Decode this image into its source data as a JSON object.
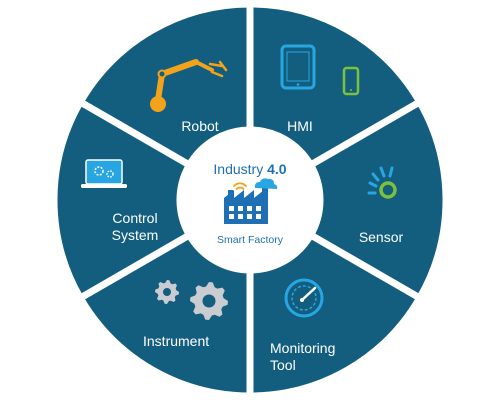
{
  "colors": {
    "segment_fill": "#135e7e",
    "segment_gap": "#ffffff",
    "center_fill": "#ffffff",
    "center_text": "#1f6fb4",
    "robot_arm": "#f3a31b",
    "hmi_tablet": "#27a6e3",
    "hmi_phone": "#7cc13b",
    "sensor_blue": "#27a6e3",
    "sensor_green": "#7cc13b",
    "monitor_blue": "#27a6e3",
    "gear_gray": "#c9ccd0",
    "factory_blue": "#1f6fb4",
    "wifi_orange": "#f3a31b",
    "cloud_blue": "#27a6e3"
  },
  "center": {
    "title_prefix": "Industry ",
    "title_version": "4.0",
    "subtitle": "Smart Factory",
    "icon": "smart-factory-icon"
  },
  "segments": [
    {
      "id": "robot",
      "lines": [
        "Robot"
      ],
      "icon": "robot-arm-icon"
    },
    {
      "id": "hmi",
      "lines": [
        "HMI"
      ],
      "icon": "tablet-phone-icon"
    },
    {
      "id": "sensor",
      "lines": [
        "Sensor"
      ],
      "icon": "sensor-icon"
    },
    {
      "id": "monitoring-tool",
      "lines": [
        "Monitoring",
        "Tool"
      ],
      "icon": "gauge-icon"
    },
    {
      "id": "instrument",
      "lines": [
        "Instrument"
      ],
      "icon": "gears-icon"
    },
    {
      "id": "control-system",
      "lines": [
        "Control",
        "System"
      ],
      "icon": "laptop-gears-icon"
    }
  ]
}
